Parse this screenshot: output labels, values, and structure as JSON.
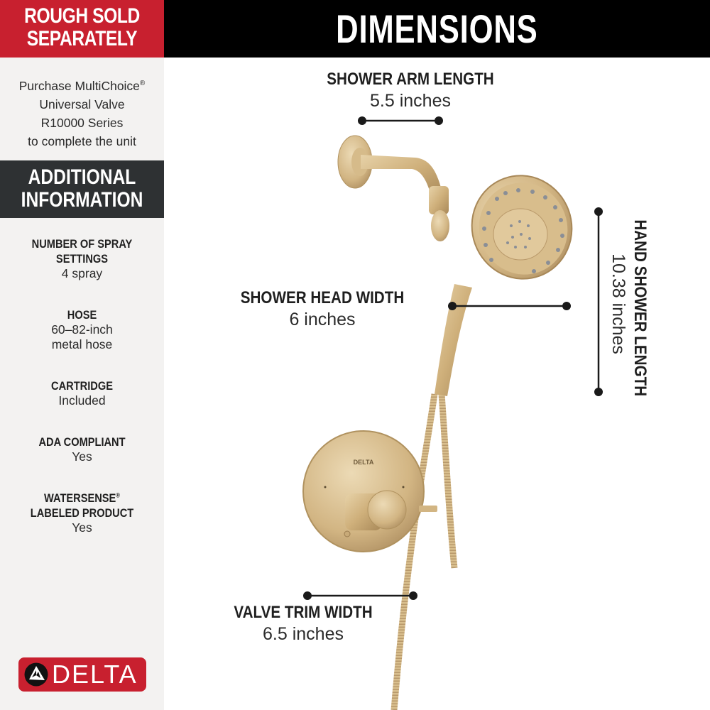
{
  "sidebar": {
    "rough_banner": {
      "line1": "ROUGH SOLD",
      "line2": "SEPARATELY",
      "bg_color": "#c8202f"
    },
    "purchase_note": {
      "line1": "Purchase MultiChoice",
      "line1_mark": "®",
      "line2": "Universal Valve",
      "line3": "R10000 Series",
      "line4": "to complete the unit"
    },
    "additional_banner": {
      "line1": "ADDITIONAL",
      "line2": "INFORMATION",
      "bg_color": "#2e3133"
    },
    "specs": [
      {
        "label_line1": "NUMBER OF SPRAY",
        "label_line2": "SETTINGS",
        "value_line1": "4 spray"
      },
      {
        "label_line1": "HOSE",
        "value_line1": "60–82-inch",
        "value_line2": "metal hose"
      },
      {
        "label_line1": "CARTRIDGE",
        "value_line1": "Included"
      },
      {
        "label_line1": "ADA COMPLIANT",
        "value_line1": "Yes"
      },
      {
        "label_line1": "WATERSENSE",
        "label_mark": "®",
        "label_line2": "LABELED PRODUCT",
        "value_line1": "Yes"
      }
    ],
    "brand_logo": {
      "icon": "delta-triangle-icon",
      "text": "DELTA",
      "bg_color": "#c8202f"
    }
  },
  "header": {
    "title": "DIMENSIONS"
  },
  "dimensions": {
    "shower_arm": {
      "label": "SHOWER ARM LENGTH",
      "value": "5.5 inches"
    },
    "shower_head": {
      "label": "SHOWER HEAD WIDTH",
      "value": "6 inches"
    },
    "hand_shower": {
      "label": "HAND SHOWER LENGTH",
      "value": "10.38 inches"
    },
    "valve_trim": {
      "label": "VALVE TRIM WIDTH",
      "value": "6.5 inches"
    }
  },
  "product": {
    "valve_brand_text": "DELTA",
    "finish_color": "#d2b583"
  }
}
